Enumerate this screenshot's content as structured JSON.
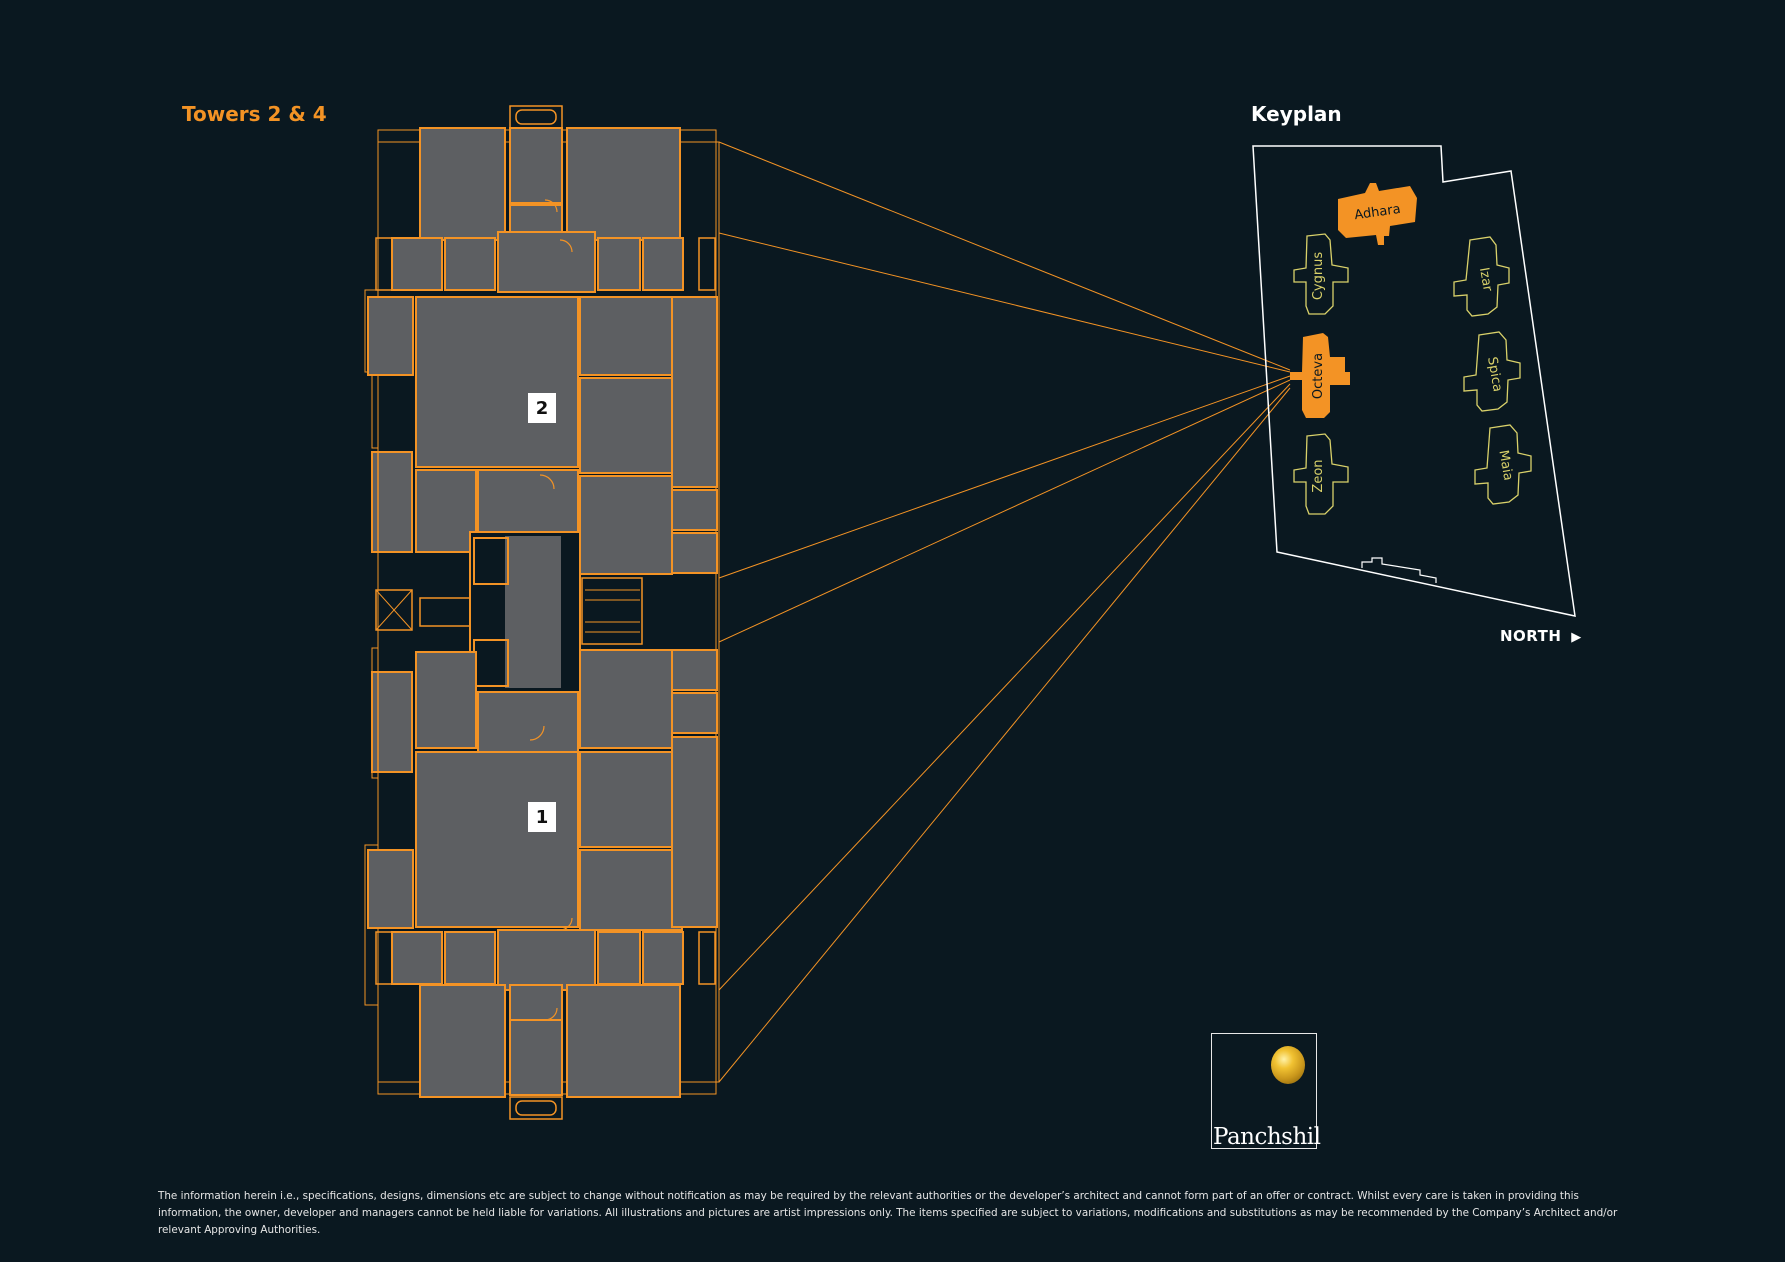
{
  "floor_plan": {
    "title": "Towers 2 & 4",
    "units": [
      "2",
      "1"
    ]
  },
  "keyplan": {
    "title": "Keyplan",
    "north_label": "NORTH",
    "north_arrow": "▶",
    "buildings": [
      {
        "name": "Adhara",
        "highlighted": true
      },
      {
        "name": "Cygnus",
        "highlighted": false
      },
      {
        "name": "Izar",
        "highlighted": false
      },
      {
        "name": "Octeva",
        "highlighted": true
      },
      {
        "name": "Spica",
        "highlighted": false
      },
      {
        "name": "Zeon",
        "highlighted": false
      },
      {
        "name": "Maia",
        "highlighted": false
      }
    ]
  },
  "logo": {
    "text": "Panchshil"
  },
  "disclaimer": "The information herein i.e., specifications, designs, dimensions etc are subject to change without notification as may be required by the relevant authorities or the developer’s architect and cannot form part of an offer or contract. Whilst every care is taken in providing this information, the owner, developer and managers cannot be held liable for variations. All illustrations and pictures are artist impressions only. The items specified are subject to variations, modifications and substitutions as may be recommended by the Company’s Architect and/or relevant Approving Authorities.",
  "colors": {
    "background": "#0a1820",
    "accent": "#f39325",
    "room_fill": "#5d5f62",
    "keyplan_outline": "#d9d16a"
  }
}
